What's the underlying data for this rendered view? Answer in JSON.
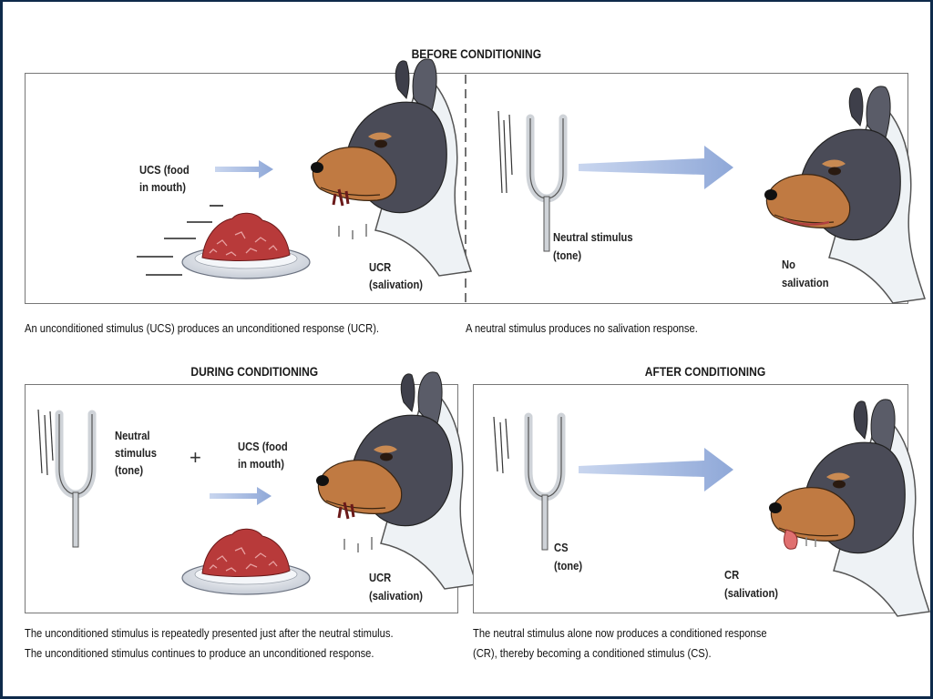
{
  "headings": {
    "before": "BEFORE CONDITIONING",
    "during": "DURING CONDITIONING",
    "after": "AFTER CONDITIONING"
  },
  "before_left": {
    "ucs_line1": "UCS (food",
    "ucs_line2": "in mouth)",
    "ucr_line1": "UCR",
    "ucr_line2": "(salivation)"
  },
  "before_right": {
    "ns_line1": "Neutral stimulus",
    "ns_line2": "(tone)",
    "no_line1": "No",
    "no_line2": "salivation"
  },
  "during": {
    "ns_line1": "Neutral",
    "ns_line2": "stimulus",
    "ns_line3": "(tone)",
    "plus": "+",
    "ucs_line1": "UCS (food",
    "ucs_line2": "in mouth)",
    "ucr_line1": "UCR",
    "ucr_line2": "(salivation)"
  },
  "after": {
    "cs_line1": "CS",
    "cs_line2": "(tone)",
    "cr_line1": "CR",
    "cr_line2": "(salivation)"
  },
  "captions": {
    "before_left": "An unconditioned stimulus (UCS) produces an unconditioned response (UCR).",
    "before_right": "A neutral stimulus produces no salivation response.",
    "during_line1": "The unconditioned stimulus is repeatedly presented just after the neutral stimulus.",
    "during_line2": "The unconditioned stimulus continues to produce an unconditioned response.",
    "after_line1": "The neutral stimulus alone now produces a conditioned response",
    "after_line2": "(CR), thereby becoming a conditioned stimulus (CS)."
  },
  "colors": {
    "arrow": "#8fa8d8",
    "dog_fur": "#4a4a55",
    "dog_tan": "#c07a42",
    "food": "#b83a3a",
    "plate": "#dfe3ea"
  }
}
